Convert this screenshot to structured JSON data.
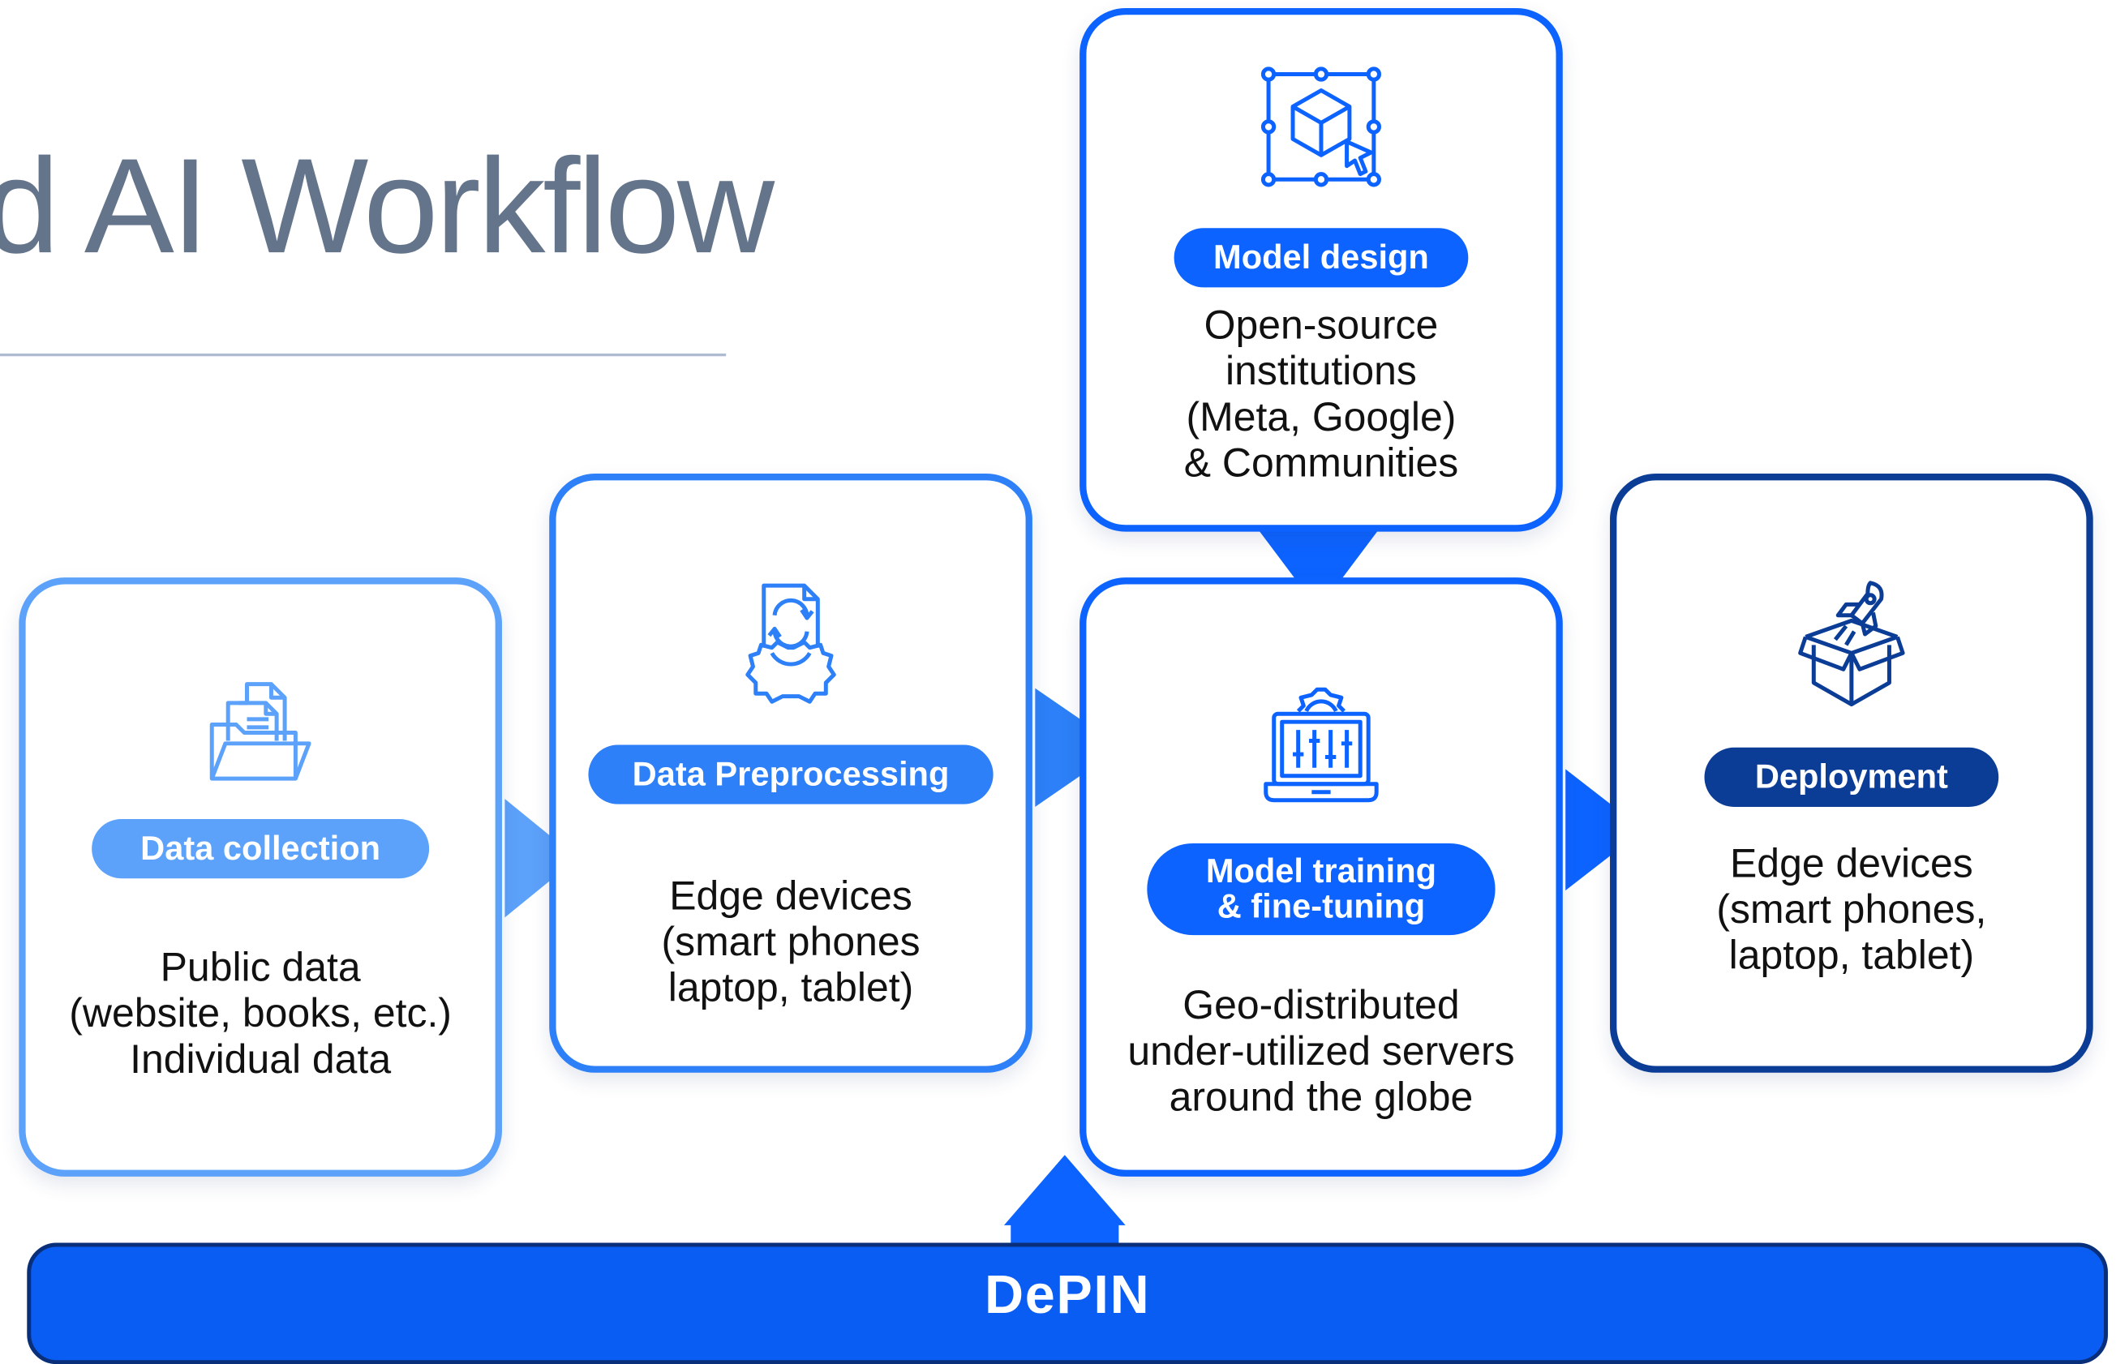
{
  "title": "ed AI Workflow",
  "colors": {
    "collection": "#5ca1fa",
    "preprocessing": "#2d80f7",
    "model": "#0d63ff",
    "deployment": "#0c3d96",
    "depin": "#0a5df2",
    "title_text": "#64748b"
  },
  "stages": {
    "collection": {
      "label": "Data collection",
      "icon": "folder-documents-icon",
      "text": "Public data\n(website, books, etc.)\nIndividual data"
    },
    "preprocessing": {
      "label": "Data Preprocessing",
      "icon": "document-gear-sync-icon",
      "text": "Edge devices\n(smart phones\nlaptop, tablet)"
    },
    "design": {
      "label": "Model design",
      "icon": "3d-cube-design-icon",
      "text": "Open-source\ninstitutions\n(Meta, Google)\n& Communities"
    },
    "training": {
      "label": "Model training\n& fine-tuning",
      "icon": "laptop-sliders-gear-icon",
      "text": "Geo-distributed\nunder-utilized servers\naround the globe"
    },
    "deployment": {
      "label": "Deployment",
      "icon": "rocket-box-icon",
      "text": "Edge devices\n(smart phones,\nlaptop, tablet)"
    }
  },
  "depin": {
    "label": "DePIN"
  }
}
